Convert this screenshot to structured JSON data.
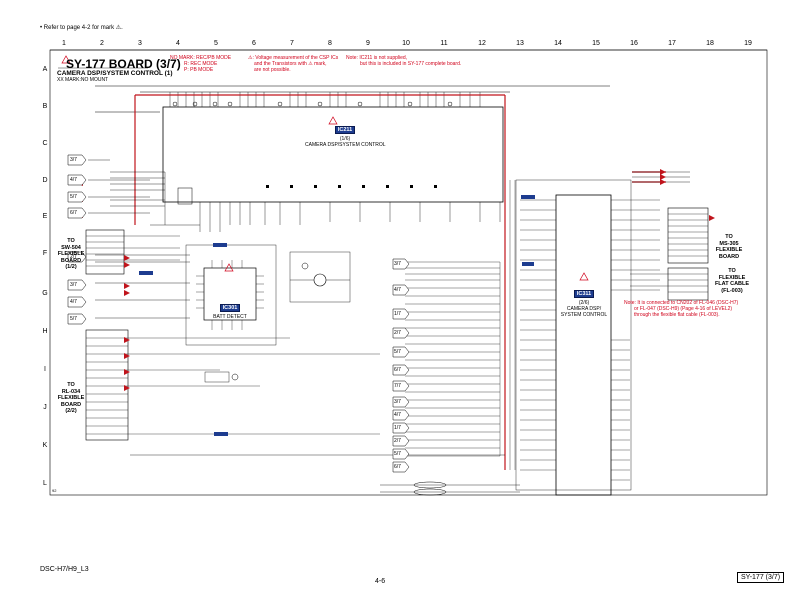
{
  "header_note": "• Refer to page 4-2 for mark ⚠.",
  "grid": {
    "columns": [
      "1",
      "2",
      "3",
      "4",
      "5",
      "6",
      "7",
      "8",
      "9",
      "10",
      "11",
      "12",
      "13",
      "14",
      "15",
      "16",
      "17",
      "18",
      "19"
    ],
    "rows": [
      "A",
      "B",
      "C",
      "D",
      "E",
      "F",
      "G",
      "H",
      "I",
      "J",
      "K",
      "L"
    ]
  },
  "title": {
    "main": "SY-177 BOARD (3/7)",
    "sub": "CAMERA DSP/SYSTEM CONTROL (1)",
    "sub2": "XX MARK:NO MOUNT"
  },
  "notes": {
    "mode": [
      "NO MARK: REC/PB MODE",
      "R: REC MODE",
      "P: PB MODE"
    ],
    "voltage": [
      "⚠: Voltage measurement of the CSP ICs",
      "and the Transistors with ⚠ mark,",
      "are not possible."
    ],
    "ic211": [
      "Note: IC211 is not supplied,",
      "but this is included in SY-177 complete board."
    ],
    "cn202": [
      "Note: It is connected to CN202 of FL-046 (DSC-H7)",
      "or FL-047 (DSC-H9) (Page 4-16 of LEVEL2)",
      "through the flexible flat cable (FL-003)."
    ]
  },
  "ics": {
    "ic211": {
      "name": "IC211",
      "desc": [
        "(1/6)",
        "CAMERA DSP/SYSTEM CONTROL"
      ]
    },
    "ic301": {
      "name": "IC301",
      "desc": [
        "BATT DETECT"
      ]
    },
    "ic311": {
      "name": "IC311",
      "desc": [
        "(2/6)",
        "CAMERA DSP/",
        "SYSTEM CONTROL"
      ]
    }
  },
  "connectors": {
    "sw504": [
      "TO",
      "SW-504",
      "FLEXIBLE",
      "BOARD",
      "(1/2)"
    ],
    "rl034": [
      "TO",
      "RL-034",
      "FLEXIBLE",
      "BOARD",
      "(2/2)"
    ],
    "ms305": [
      "TO",
      "MS-305",
      "FLEXIBLE",
      "BOARD"
    ],
    "flexflat": [
      "TO",
      "FLEXIBLE",
      "FLAT CABLE",
      "(FL-003)"
    ]
  },
  "left_tags": [
    "3/7",
    "4/7",
    "5/7",
    "6/7",
    "2/7",
    "3/7",
    "4/7",
    "5/7"
  ],
  "mid_tags": [
    "3/7",
    "4/7",
    "1/7",
    "2/7",
    "5/7",
    "6/7",
    "7/7",
    "3/7",
    "4/7",
    "1/7",
    "2/7",
    "5/7",
    "6/7"
  ],
  "footer": {
    "model": "DSC-H7/H9_L3",
    "page": "4-6",
    "board": "SY-177 (3/7)"
  },
  "colors": {
    "wire": "#000000",
    "bus_red": "#c0141c",
    "bus_blue": "#1d3c8f",
    "note_red": "#d0021b"
  }
}
